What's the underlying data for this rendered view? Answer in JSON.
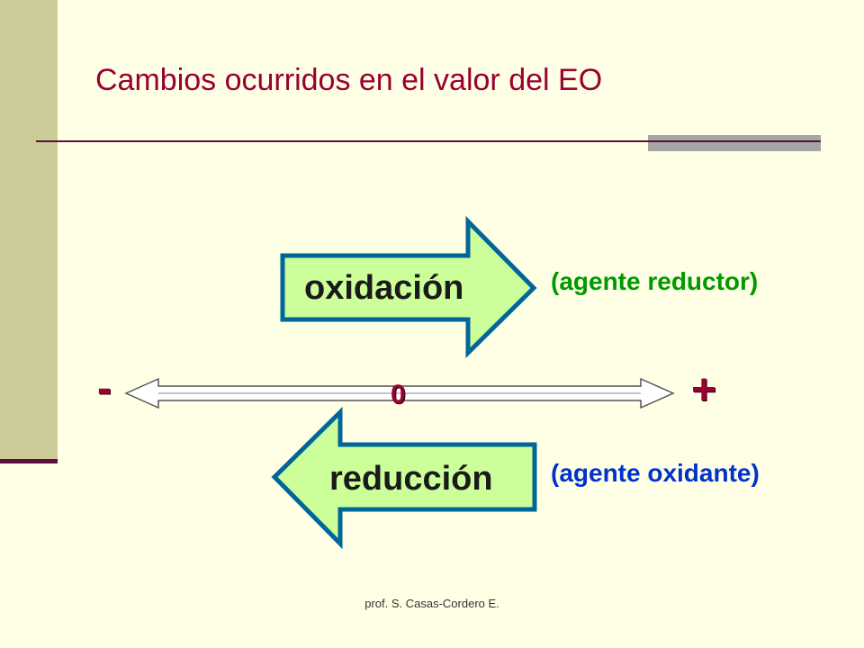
{
  "title": "Cambios ocurridos en el valor del EO",
  "oxidation": {
    "label": "oxidación",
    "agent": "(agente reductor)",
    "agent_color": "#009900"
  },
  "reduction": {
    "label": "reducción",
    "agent": "(agente oxidante)",
    "agent_color": "#0033CC"
  },
  "axis": {
    "minus_sign": "-",
    "zero": "0",
    "plus_sign": "+"
  },
  "colors": {
    "arrow_fill": "#CCFF99",
    "arrow_stroke": "#006699",
    "accent": "#990033",
    "background": "#FFFFE5"
  },
  "footer": "prof. S. Casas-Cordero E."
}
